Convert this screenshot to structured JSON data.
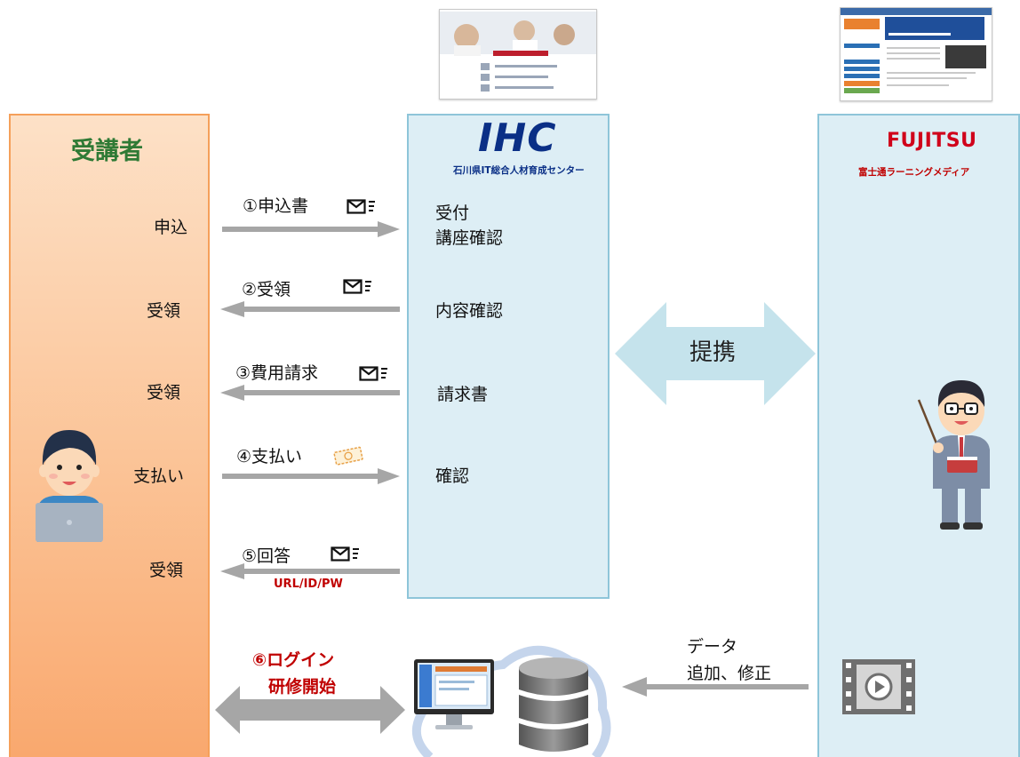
{
  "columns": {
    "trainee": {
      "title": "受講者"
    },
    "ihc": {
      "logo": "IHC",
      "subtitle": "石川県IT総合人材育成センター"
    },
    "fujitsu": {
      "logo": "FUJITSU",
      "subtitle": "富士通ラーニングメディア"
    }
  },
  "trainee_actions": [
    "申込",
    "受領",
    "受領",
    "支払い",
    "受領"
  ],
  "flow_labels": [
    "①申込書",
    "②受領",
    "③費用請求",
    "④支払い",
    "⑤回答"
  ],
  "flow_note": "URL/ID/PW",
  "ihc_actions": {
    "a1_line1": "受付",
    "a1_line2": "講座確認",
    "a2": "内容確認",
    "a3": "請求書",
    "a4": "確認"
  },
  "partnership": "提携",
  "login": {
    "line1": "⑥ログイン",
    "line2": "研修開始"
  },
  "data_update": {
    "line1": "データ",
    "line2": "追加、修正"
  },
  "colors": {
    "orange_border": "#f5a05a",
    "blue_border": "#8ec5d9",
    "arrow_gray": "#a6a6a6",
    "partner_arrow": "#c5e3ec",
    "red": "#c00000",
    "green": "#2f7a35"
  }
}
